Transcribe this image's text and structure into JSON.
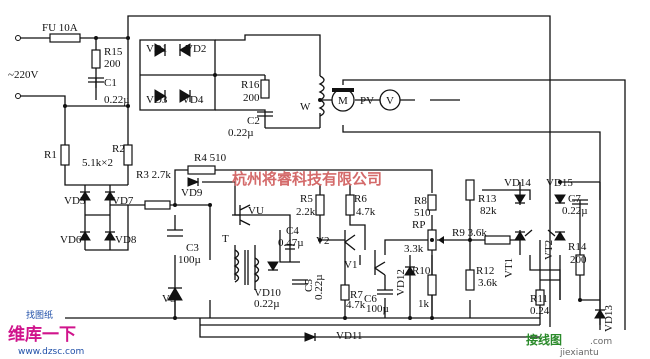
{
  "labels": {
    "fuse": "FU 10A",
    "mains": "~220V",
    "r15": "R15",
    "r15v": "200",
    "c1": "C1",
    "c1v": "0.22µ",
    "vd1": "VD1",
    "vd2": "VD2",
    "vd3": "VD3",
    "vd4": "VD4",
    "r16": "R16",
    "r16v": "200",
    "c2": "C2",
    "c2v": "0.22µ",
    "w": "W",
    "motor": "M",
    "pv": "PV",
    "volt": "V",
    "r1": "R1",
    "r2": "R2",
    "rv": "5.1k×2",
    "r3": "R3 2.7k",
    "r4": "R4 510",
    "vd9": "VD9",
    "vd5": "VD5",
    "vd7": "VD7",
    "vd6": "VD6",
    "vd8": "VD8",
    "vu": "VU",
    "r5": "R5",
    "r5v": "2.2k",
    "r6": "R6",
    "r6v": "4.7k",
    "r8": "R8",
    "r8v": "510",
    "r13": "R13",
    "r13v": "82k",
    "vd14": "VD14",
    "vd15": "VD15",
    "c7": "C7",
    "c7v": "0.22µ",
    "t": "T",
    "c4": "C4",
    "c4v": "0.47µ",
    "v2": "V2",
    "v1": "V1",
    "rp": "RP",
    "rpv": "3.3k",
    "r9": "R9 3.6k",
    "c3": "C3",
    "c3v": "100µ",
    "vd10": "VD10",
    "vd10v": "0.22µ",
    "c5": "C5",
    "c5v": "0.22µ",
    "r7": "R7",
    "r7v": "4.7k",
    "c6": "C6",
    "c6v": "100µ",
    "vd12": "VD12",
    "r10": "R10",
    "r10v": "1k",
    "r12": "R12",
    "r12v": "3.6k",
    "vt1": "VT1",
    "vt2": "VT2",
    "r14": "R14",
    "r14v": "200",
    "r11": "R11",
    "r11v": "0.24",
    "vd13": "VD13",
    "vs": "VS",
    "vd11": "VD11"
  },
  "watermarks": {
    "center": "杭州将睿科技有限公司",
    "logo_top": "找图纸",
    "logo_main": "维库一下",
    "site_left": "www.dzsc.com",
    "site_right_cn": "接线图",
    "site_right_dot": ".com",
    "site_right_en": "jiexiantu"
  },
  "colors": {
    "wire": "#111111",
    "watermark_red": "#d46a6a",
    "watermark_blue": "#1f4fa8",
    "watermark_magenta": "#d0148c",
    "watermark_green": "#2a8a2a"
  }
}
